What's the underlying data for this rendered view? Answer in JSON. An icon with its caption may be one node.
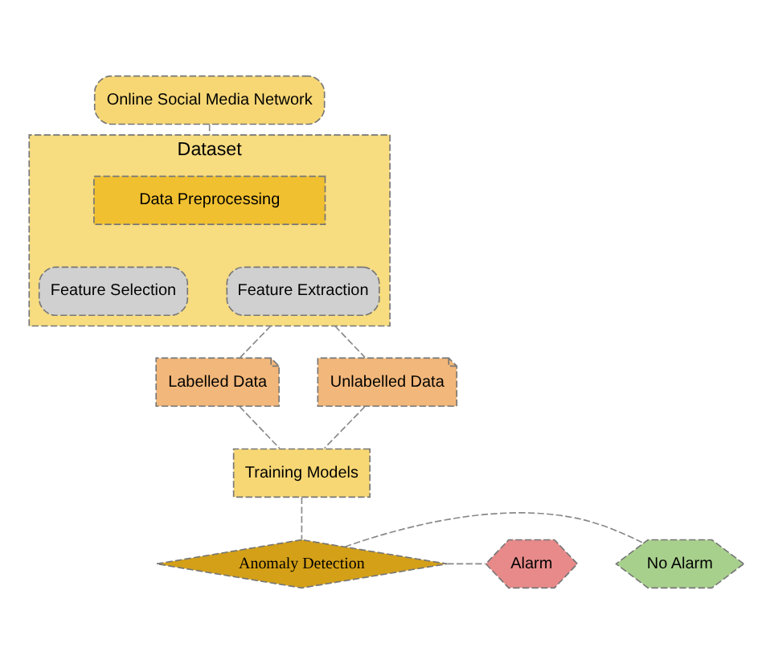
{
  "diagram": {
    "nodes": [
      {
        "text": [
          "Online Social Media Network"
        ]
      },
      {
        "text": [
          "Dataset"
        ]
      },
      {
        "text": [
          "Data Preprocessing"
        ],
        "in": 1
      },
      {
        "text": [
          "Feature Selection"
        ],
        "in": 1
      },
      {
        "text": [
          "Feature Extraction"
        ],
        "in": 1
      },
      {
        "text": [
          "Labelled Data"
        ]
      },
      {
        "text": [
          "Unlabelled Data"
        ]
      },
      {
        "text": [
          "Training Models"
        ]
      },
      {
        "text": [
          "Anomaly Detection"
        ]
      },
      {
        "text": [
          "No Alarm"
        ]
      },
      {
        "text": [
          "Alarm"
        ]
      }
    ],
    "edges": [
      {
        "from": 0,
        "to": 1,
        "arrow": "none",
        "style": "dashed"
      },
      {
        "from": 1,
        "to": 5,
        "arrow": "none",
        "style": "dashed"
      },
      {
        "from": 1,
        "to": 6,
        "arrow": "none",
        "style": "dashed"
      },
      {
        "from": 5,
        "to": 7,
        "arrow": "none",
        "style": "dashed"
      },
      {
        "from": 6,
        "to": 7,
        "arrow": "none",
        "style": "dashed"
      },
      {
        "from": 7,
        "to": 8,
        "arrow": "none",
        "style": "dashed"
      },
      {
        "from": 8,
        "to": 9,
        "arrow": "none",
        "style": "dashed"
      },
      {
        "from": 8,
        "to": 10,
        "arrow": "none",
        "style": "dashed"
      }
    ]
  }
}
